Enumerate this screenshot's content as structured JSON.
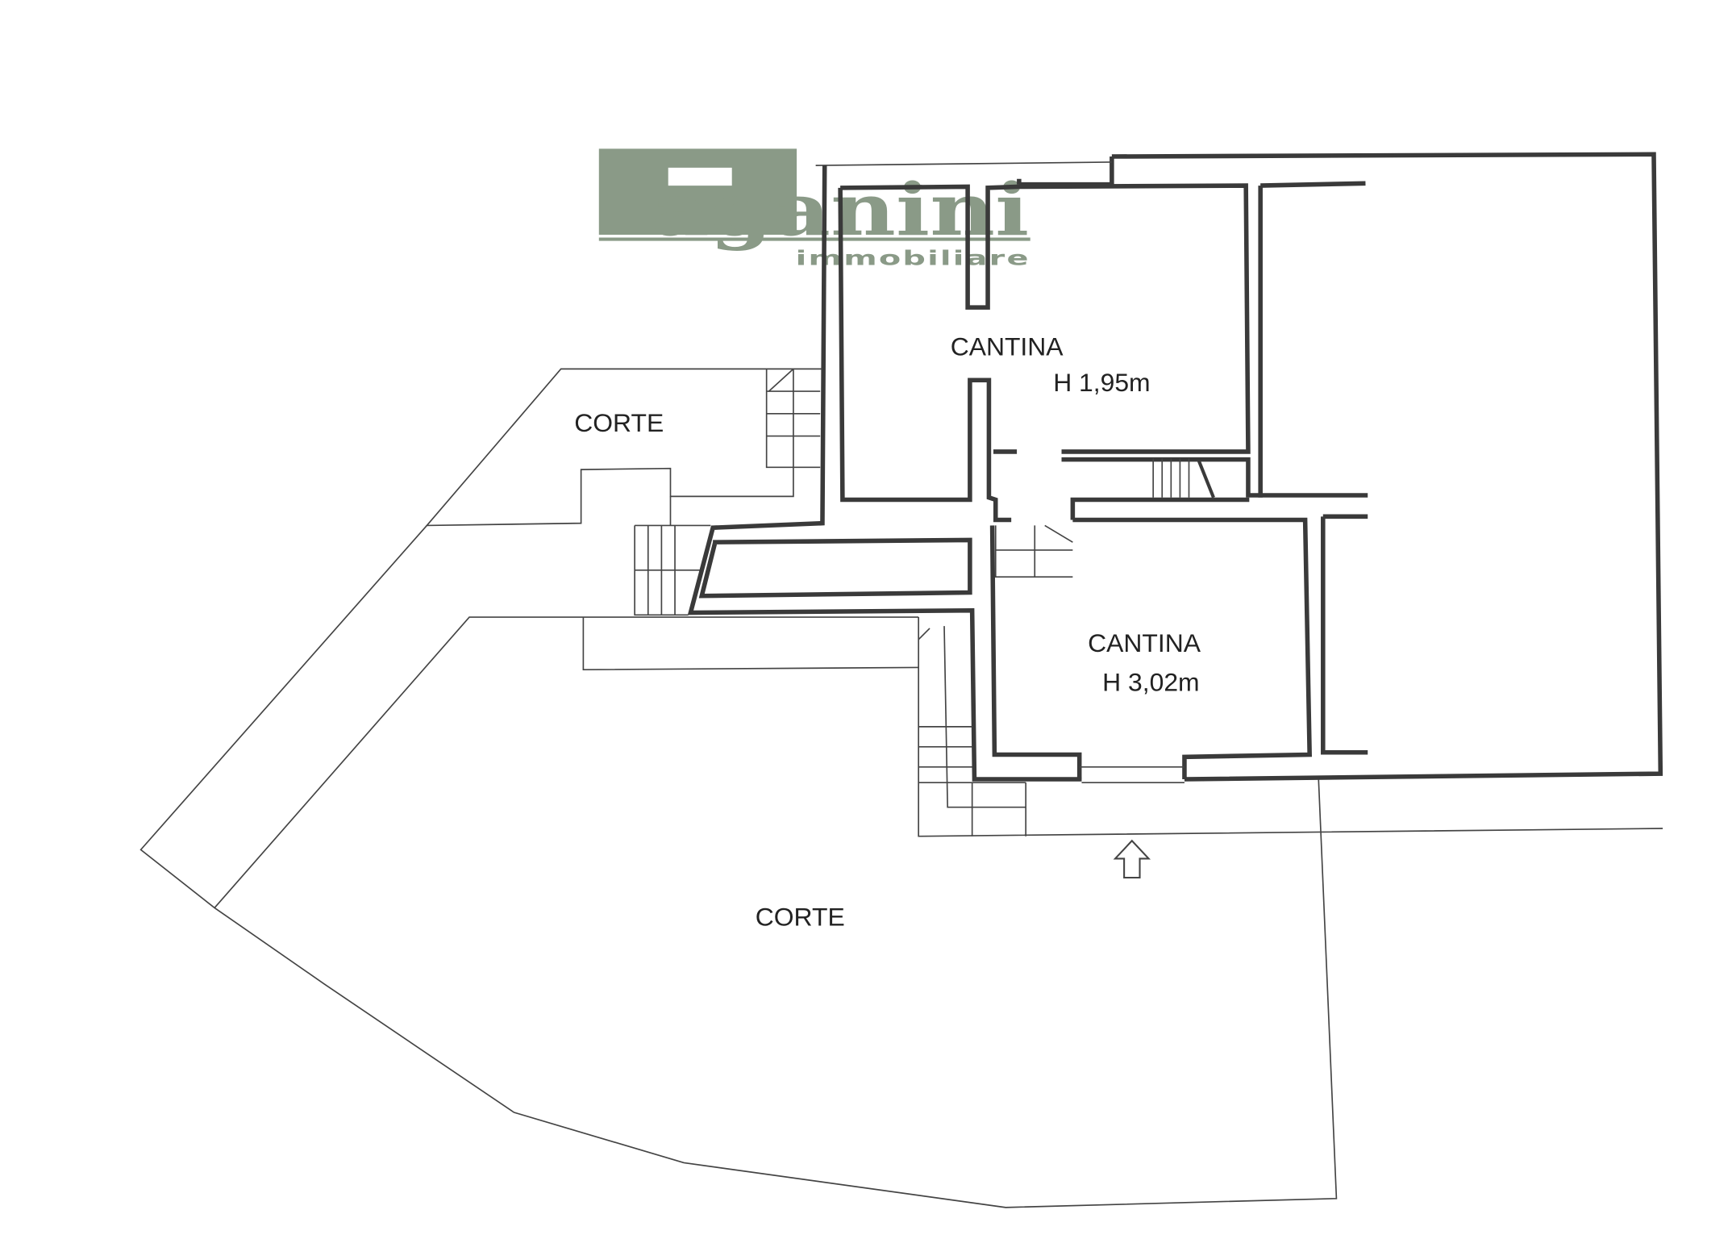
{
  "logo": {
    "brand": "Paganini",
    "brand_tail": "aganini",
    "subtitle": "immobiliare",
    "color": "#8a9a87"
  },
  "rooms": [
    {
      "name": "CANTINA",
      "height": "H 1,95m"
    },
    {
      "name": "CANTINA",
      "height": "H 3,02m"
    }
  ],
  "courtyards": [
    {
      "name": "CORTE"
    },
    {
      "name": "CORTE"
    }
  ],
  "entrance": {
    "icon": "arrow-up-icon"
  },
  "colors": {
    "wall": "#3a3a3a",
    "background": "#ffffff"
  }
}
